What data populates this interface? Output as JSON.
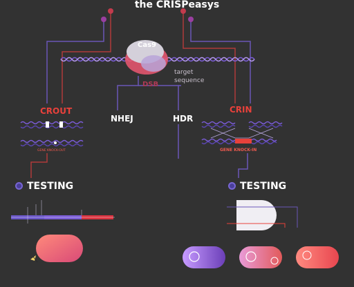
{
  "title": "the CRISPeasys",
  "cas9": "Cas9",
  "target_sequence": [
    "target",
    "sequence"
  ],
  "dsb": "DSB",
  "nhej": "NHEJ",
  "hdr": "HDR",
  "crout": "CROUT",
  "crin": "CRIN",
  "gene_knockout": "GENE KNOCK-OUT",
  "gene_knockin": "GENE KNOCK-IN",
  "testing": "TESTING",
  "colors": {
    "background": "#323232",
    "dna_purple": "#7a5cd6",
    "accent_red": "#e8413b",
    "pink": "#e66a8a",
    "rail_purple": "#6a56b8"
  },
  "icons": [
    "scissors-icon",
    "cell-icon",
    "testing-icon"
  ]
}
